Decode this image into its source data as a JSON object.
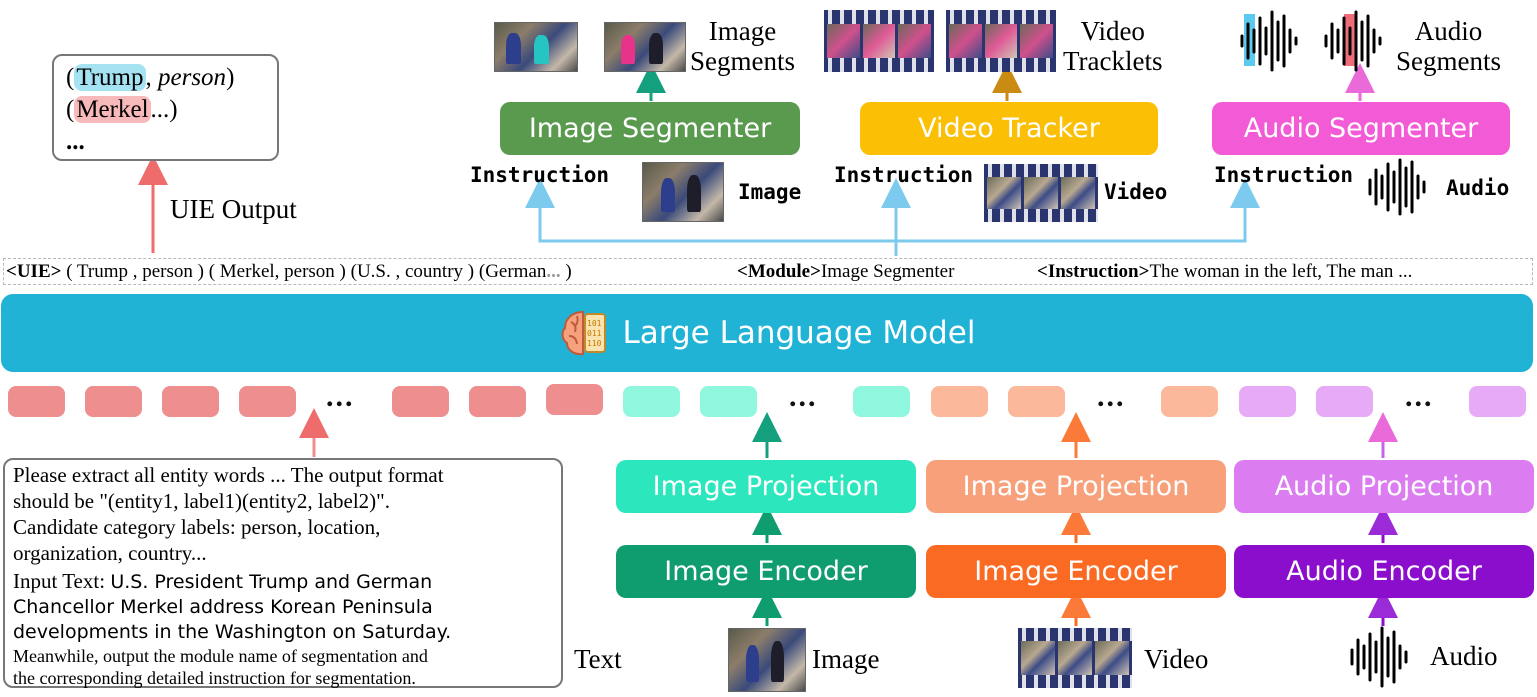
{
  "uie_output_box": {
    "line1_entity": "Trump",
    "line1_sep": ", ",
    "line1_label": "person",
    "line2_entity": "Merkel",
    "line2_rest": "...)",
    "line3": "..."
  },
  "uie_output_label": "UIE Output",
  "top_outputs": {
    "image_segments": "Image\nSegments",
    "video_tracklets": "Video\nTracklets",
    "audio_segments": "Audio\nSegments"
  },
  "modules": {
    "image_segmenter": "Image Segmenter",
    "video_tracker": "Video Tracker",
    "audio_segmenter": "Audio Segmenter"
  },
  "instruction_label": "Instruction",
  "inputs_small": {
    "image": "Image",
    "video": "Video",
    "audio": "Audio"
  },
  "sequence": {
    "uie_tag": "<UIE>",
    "uie_content": " ( Trump , person ) ( Merkel,  person ) (U.S. , country ) (German",
    "uie_ellipsis": "...",
    "uie_close": " )",
    "module_tag": "<Module>",
    "module_content": "Image Segmenter",
    "instruction_tag": "<Instruction>",
    "instruction_content": "The woman in the left, The man ..."
  },
  "llm_label": "Large Language Model",
  "token_dots": "...",
  "encoders": {
    "image_projection": "Image Projection",
    "video_projection": "Image Projection",
    "audio_projection": "Audio Projection",
    "image_encoder": "Image Encoder",
    "video_encoder": "Image Encoder",
    "audio_encoder": "Audio Encoder"
  },
  "prompt": {
    "line1": "Please extract all entity words ... The output format",
    "line2": "should be \"(entity1, label1)(entity2, label2)\".",
    "line3": "Candidate category labels: person, location,",
    "line4": "organization, country...",
    "line5_prefix": "Input Text: ",
    "line5_text": "U.S. President Trump and German",
    "line6": "Chancellor Merkel address Korean Peninsula",
    "line7": "developments in the Washington on Saturday.",
    "line8": "Meanwhile, output the module name of segmentation and",
    "line9": "the corresponding detailed instruction for segmentation."
  },
  "bottom_labels": {
    "text": "Text",
    "image": "Image",
    "video": "Video",
    "audio": "Audio"
  },
  "colors": {
    "llm": "#21b3d6",
    "image_segmenter": "#5a9a4e",
    "video_tracker": "#fbbf05",
    "audio_segmenter": "#f35bd6",
    "img_proj": "#2ce7bd",
    "img_enc": "#0f9c6e",
    "vid_proj": "#f7a07a",
    "vid_enc": "#fb6a23",
    "aud_proj": "#db7cf0",
    "aud_enc": "#8a0ecb",
    "text_token": "#ef8e8e",
    "img_token": "#8ff7dd",
    "vid_token": "#fbb89a",
    "aud_token": "#e6aaf6",
    "instr_arrow": "#7ccbef"
  }
}
